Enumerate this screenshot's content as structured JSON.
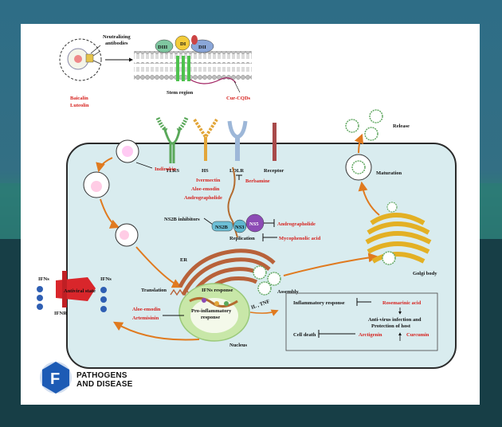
{
  "labels": {
    "neutralizing": [
      "Neutralizing",
      "antibodies"
    ],
    "baicalin": "Baicalin",
    "luteolin": "Luteolin",
    "diii": "DIII",
    "di": "DI",
    "dii": "DII",
    "stem_region": "Stem region",
    "cur_cqds": "Cur-CQDs",
    "release": "Release",
    "maturation": "Maturation",
    "golgi": "Golgi body",
    "tlrs": "TLRS",
    "hs": "HS",
    "ldlr": "LDLR",
    "receptor": "Receptor",
    "berbamine": "Berbamine",
    "indirubin": "Indirubin",
    "ivermectin": "Ivermectin",
    "aloe_emodin_top": "Aloe-emodin",
    "andrographolide_top": "Andrographolide",
    "ns2b_inhibitors": "NS2B inhibitors",
    "ns2b": "NS2B",
    "ns3": "NS3",
    "ns5": "NS5",
    "andrographolide_right": "Andrographolide",
    "replication": "Replication",
    "mycophenolic": "Mycophenolic acid",
    "er": "ER",
    "translation": "Translation",
    "assembly": "Assembly",
    "ifns_response": "IFNs response",
    "pro_inflammatory": [
      "Pro-inflammatory",
      "response"
    ],
    "il_tnf": "IL , TNF",
    "nucleus": "Nucleus",
    "aloe_emodin_bottom": "Aloe-emodin",
    "artemisinin": "Artemisinin",
    "ifns_left": "IFNs",
    "ifns_inner": "IFNs",
    "antiviral_state": "Antiviral state",
    "ifnr": "IFNR",
    "inflammatory_response": "Inflammatory response",
    "rosmarinic": "Rosemarinic acid",
    "anti_virus": [
      "Anti-virus infection and",
      "Protection of host"
    ],
    "cell_death": "Cell death",
    "artegenin": "Arctigenin",
    "curcumin": "Curcumin"
  },
  "logo": {
    "line1": "PATHOGENS",
    "line2": "AND DISEASE",
    "glyph": "F"
  },
  "colors": {
    "cell_fill": "#d9ecef",
    "cell_stroke": "#2b2b2b",
    "arrow": "#e07a1f",
    "drug_red": "#d6211d",
    "golgi": "#e3b024",
    "er": "#b8623a",
    "nucleus": "#c8e7a8",
    "ns5": "#8c4bb5",
    "ns3": "#5fb7cf",
    "tlr": "#5aa85a",
    "hs": "#e2a63a",
    "ldlr": "#9db7d8",
    "receptor": "#a84a4a",
    "ifnr": "#d9262b",
    "ifn_dot": "#2f5fb3"
  }
}
